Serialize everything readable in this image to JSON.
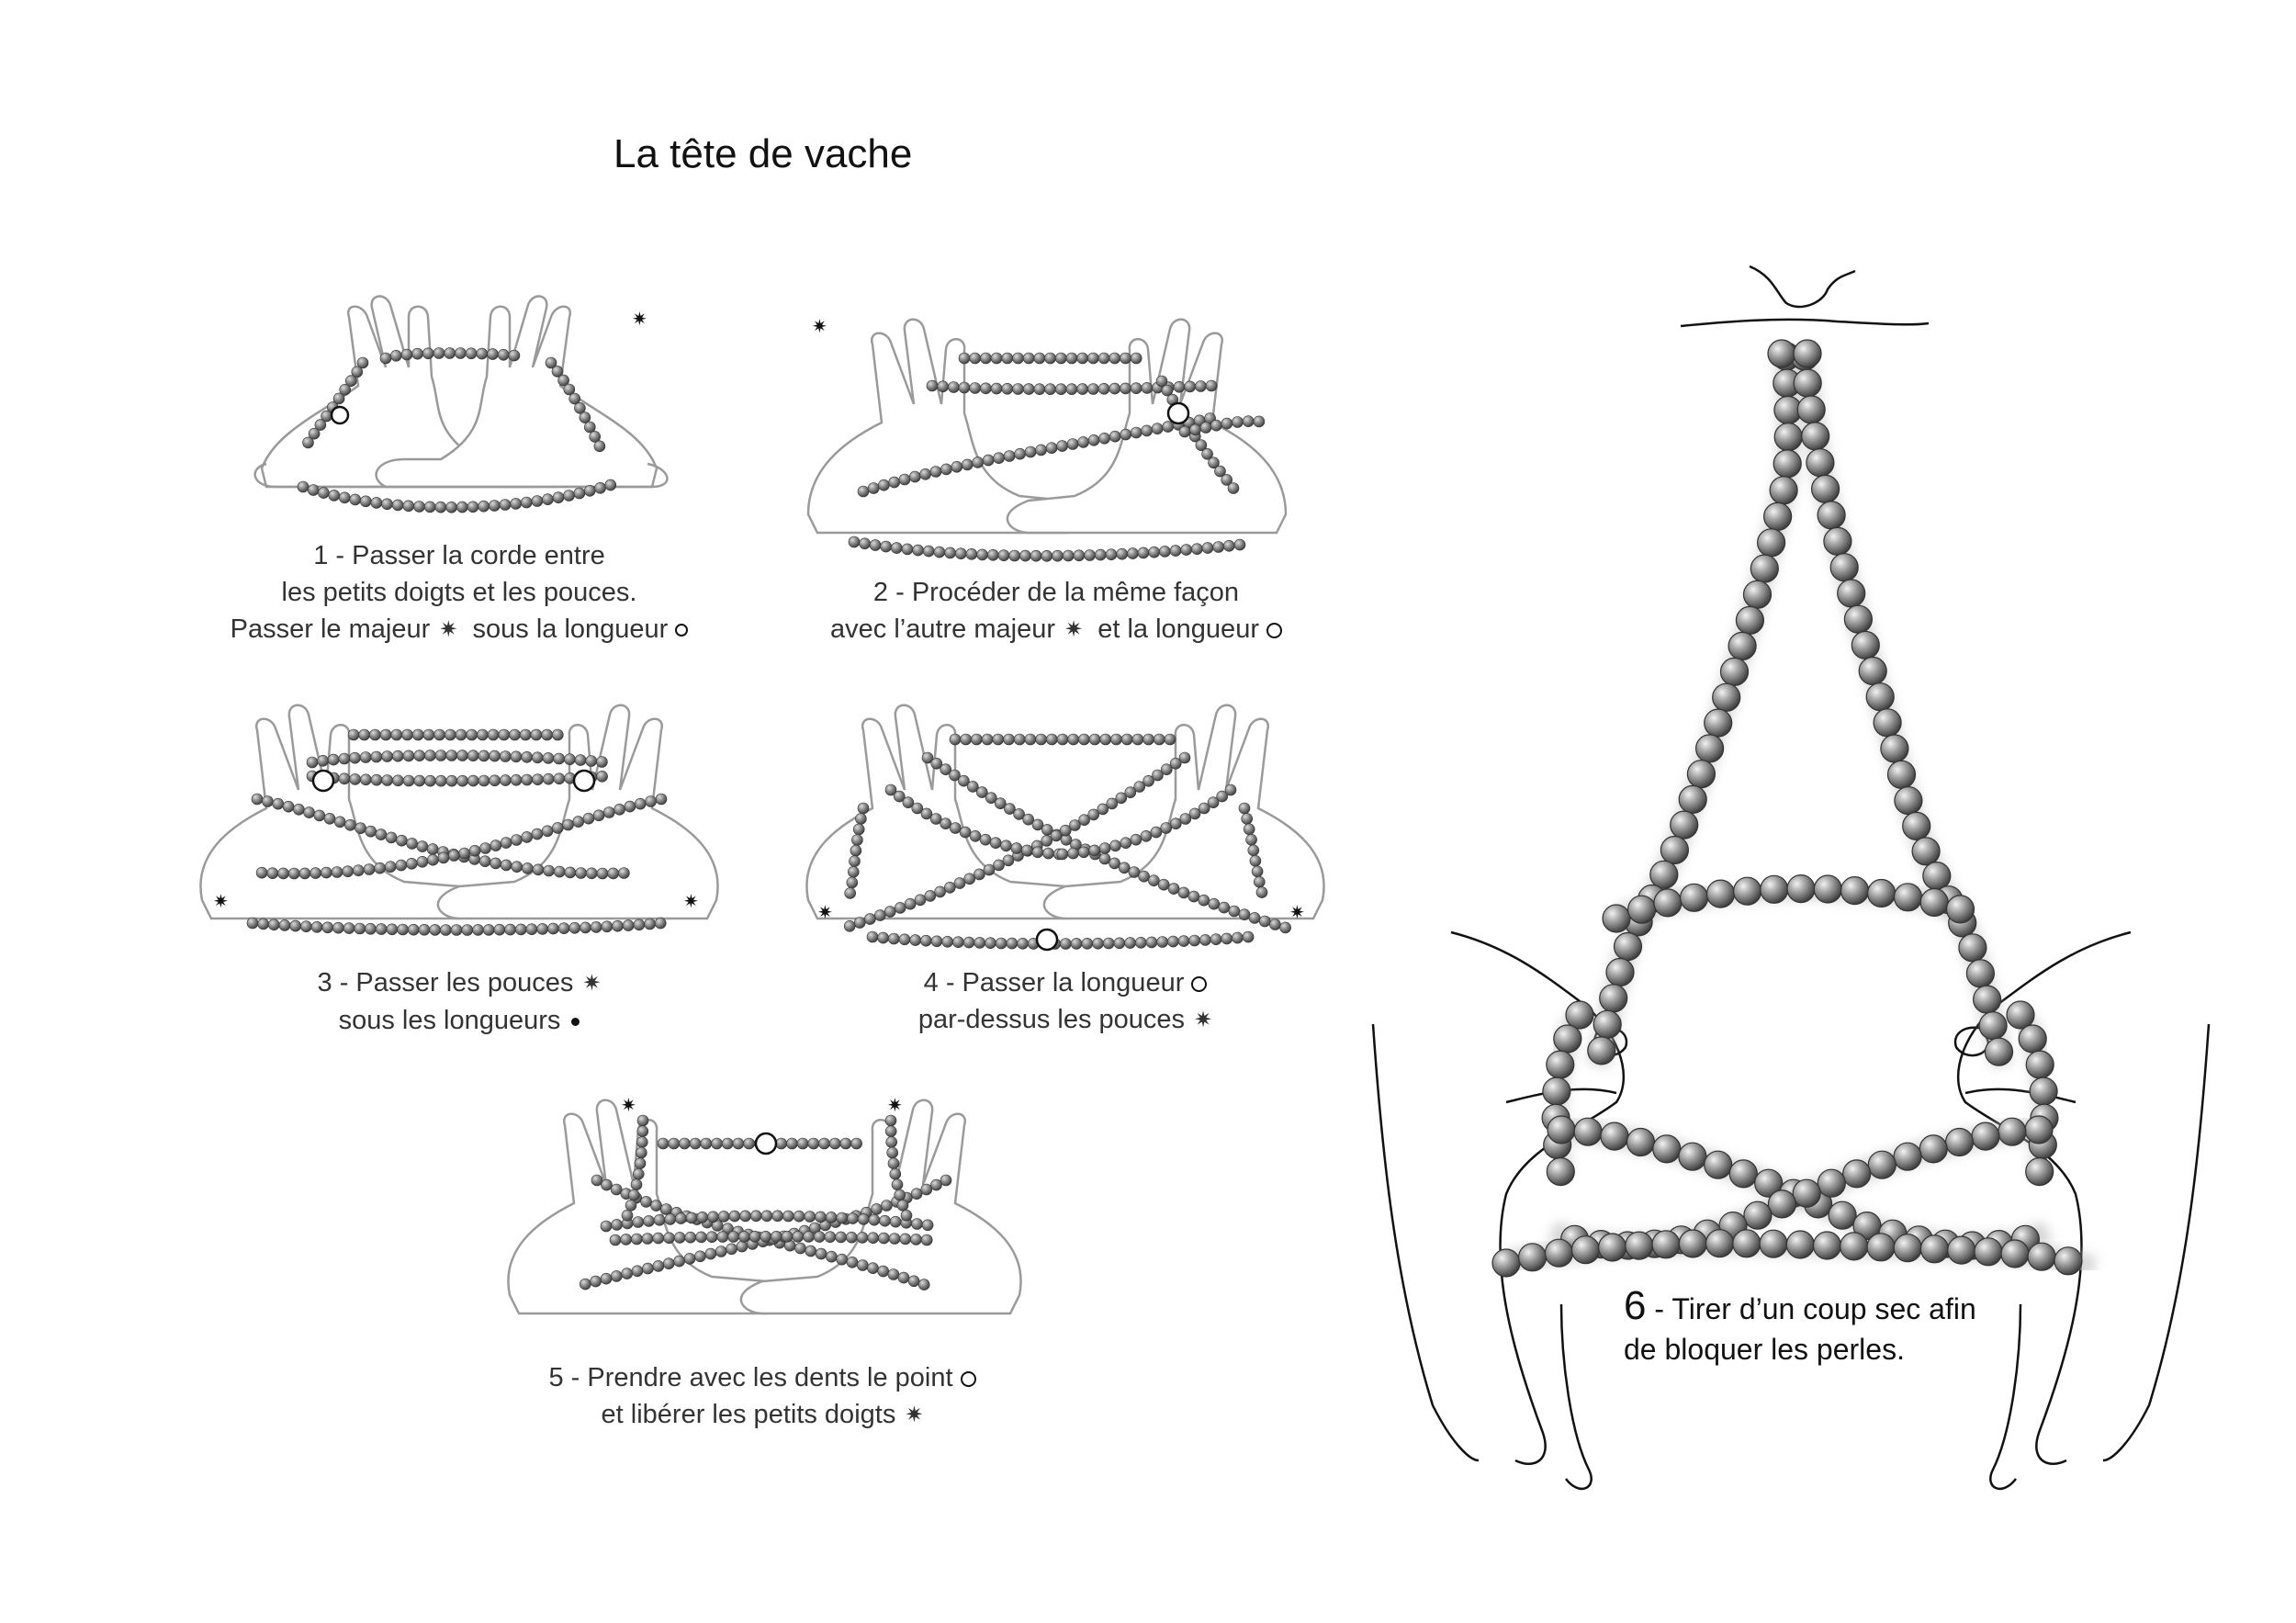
{
  "title": "La tête de vache",
  "steps": [
    {
      "number": "1",
      "lines": [
        "1 - Passer la corde entre",
        "les petits doigts et les pouces.",
        "Passer le majeur",
        "sous la longueur"
      ]
    },
    {
      "number": "2",
      "lines": [
        "2 - Procéder de la même façon",
        "avec l’autre majeur",
        "et la longueur"
      ]
    },
    {
      "number": "3",
      "lines": [
        "3 - Passer les pouces",
        "sous les longueurs"
      ]
    },
    {
      "number": "4",
      "lines": [
        "4 - Passer la longueur",
        "par-dessus les pouces"
      ]
    },
    {
      "number": "5",
      "lines": [
        "5 - Prendre avec les dents le point",
        "et libérer les petits doigts"
      ]
    },
    {
      "number": "6",
      "prefix": " - Tirer d’un coup sec afin",
      "line2": "de bloquer les perles."
    }
  ],
  "symbols": {
    "star": "✷",
    "ring": "ring-marker",
    "dot": "dot-marker"
  },
  "colors": {
    "bead": "#7a7a7a",
    "bead_highlight": "#d8d8d8",
    "hand": "#8a8a8a",
    "text": "#333333"
  }
}
